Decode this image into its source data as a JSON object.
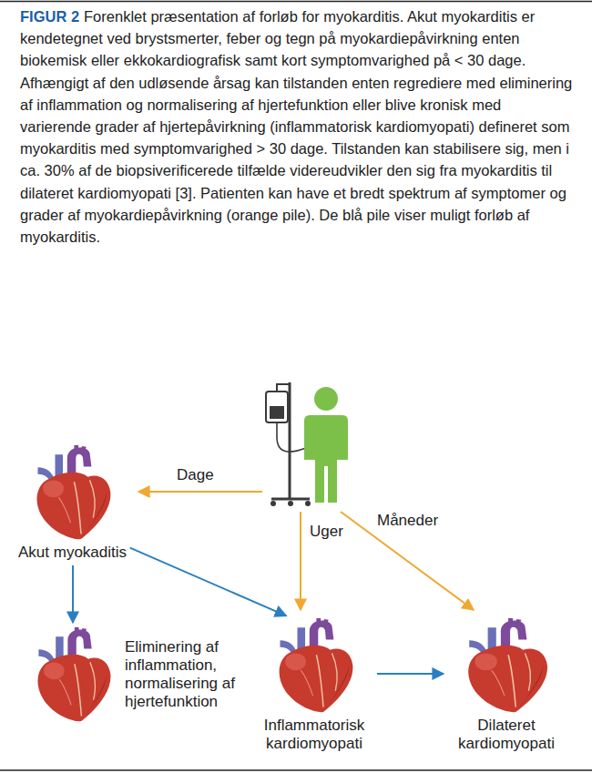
{
  "diagram": {
    "title": "FIGUR 2",
    "caption": "Forenklet præsentation af forløb for myokarditis. Akut myokarditis er kendetegnet ved brystsmerter, feber og tegn på myokardiepåvirkning enten biokemisk eller ekkokardiografisk samt kort symptomvarighed på < 30 dage. Afhængigt af den udløsende årsag kan tilstanden enten regrediere med eliminering af inflammation og normalisering af hjertefunktion eller blive kronisk med varierende grader af hjertepåvirkning (inflammatorisk kardiomyopati) defineret som myokarditis med symptomvarighed > 30 dage. Tilstanden kan stabilisere sig, men i ca. 30% af de biopsiverificerede tilfælde videreudvikler den sig fra myokarditis til dilateret kardiomyopati [3]. Patienten kan have et bredt spektrum af symptomer og grader af myokardiepåvirkning (orange pile). De blå pile viser muligt forløb af myokarditis.",
    "nodes": [
      {
        "text": [
          "Akut myokaditis"
        ]
      },
      {
        "text": [
          "Eliminering af inflammation, normalisering af hjertefunktion"
        ]
      },
      {
        "text": [
          "Inflammatorisk kardiomyopati"
        ]
      },
      {
        "text": [
          "Dilateret kardiomyopati"
        ]
      }
    ],
    "edges": [
      {
        "from": 0,
        "to": 1,
        "arrow": "to"
      },
      {
        "from": 0,
        "to": 2,
        "arrow": "to"
      },
      {
        "from": 2,
        "to": 3,
        "arrow": "to"
      }
    ],
    "labels": [
      "Dage",
      "Uger",
      "Måneder"
    ]
  }
}
